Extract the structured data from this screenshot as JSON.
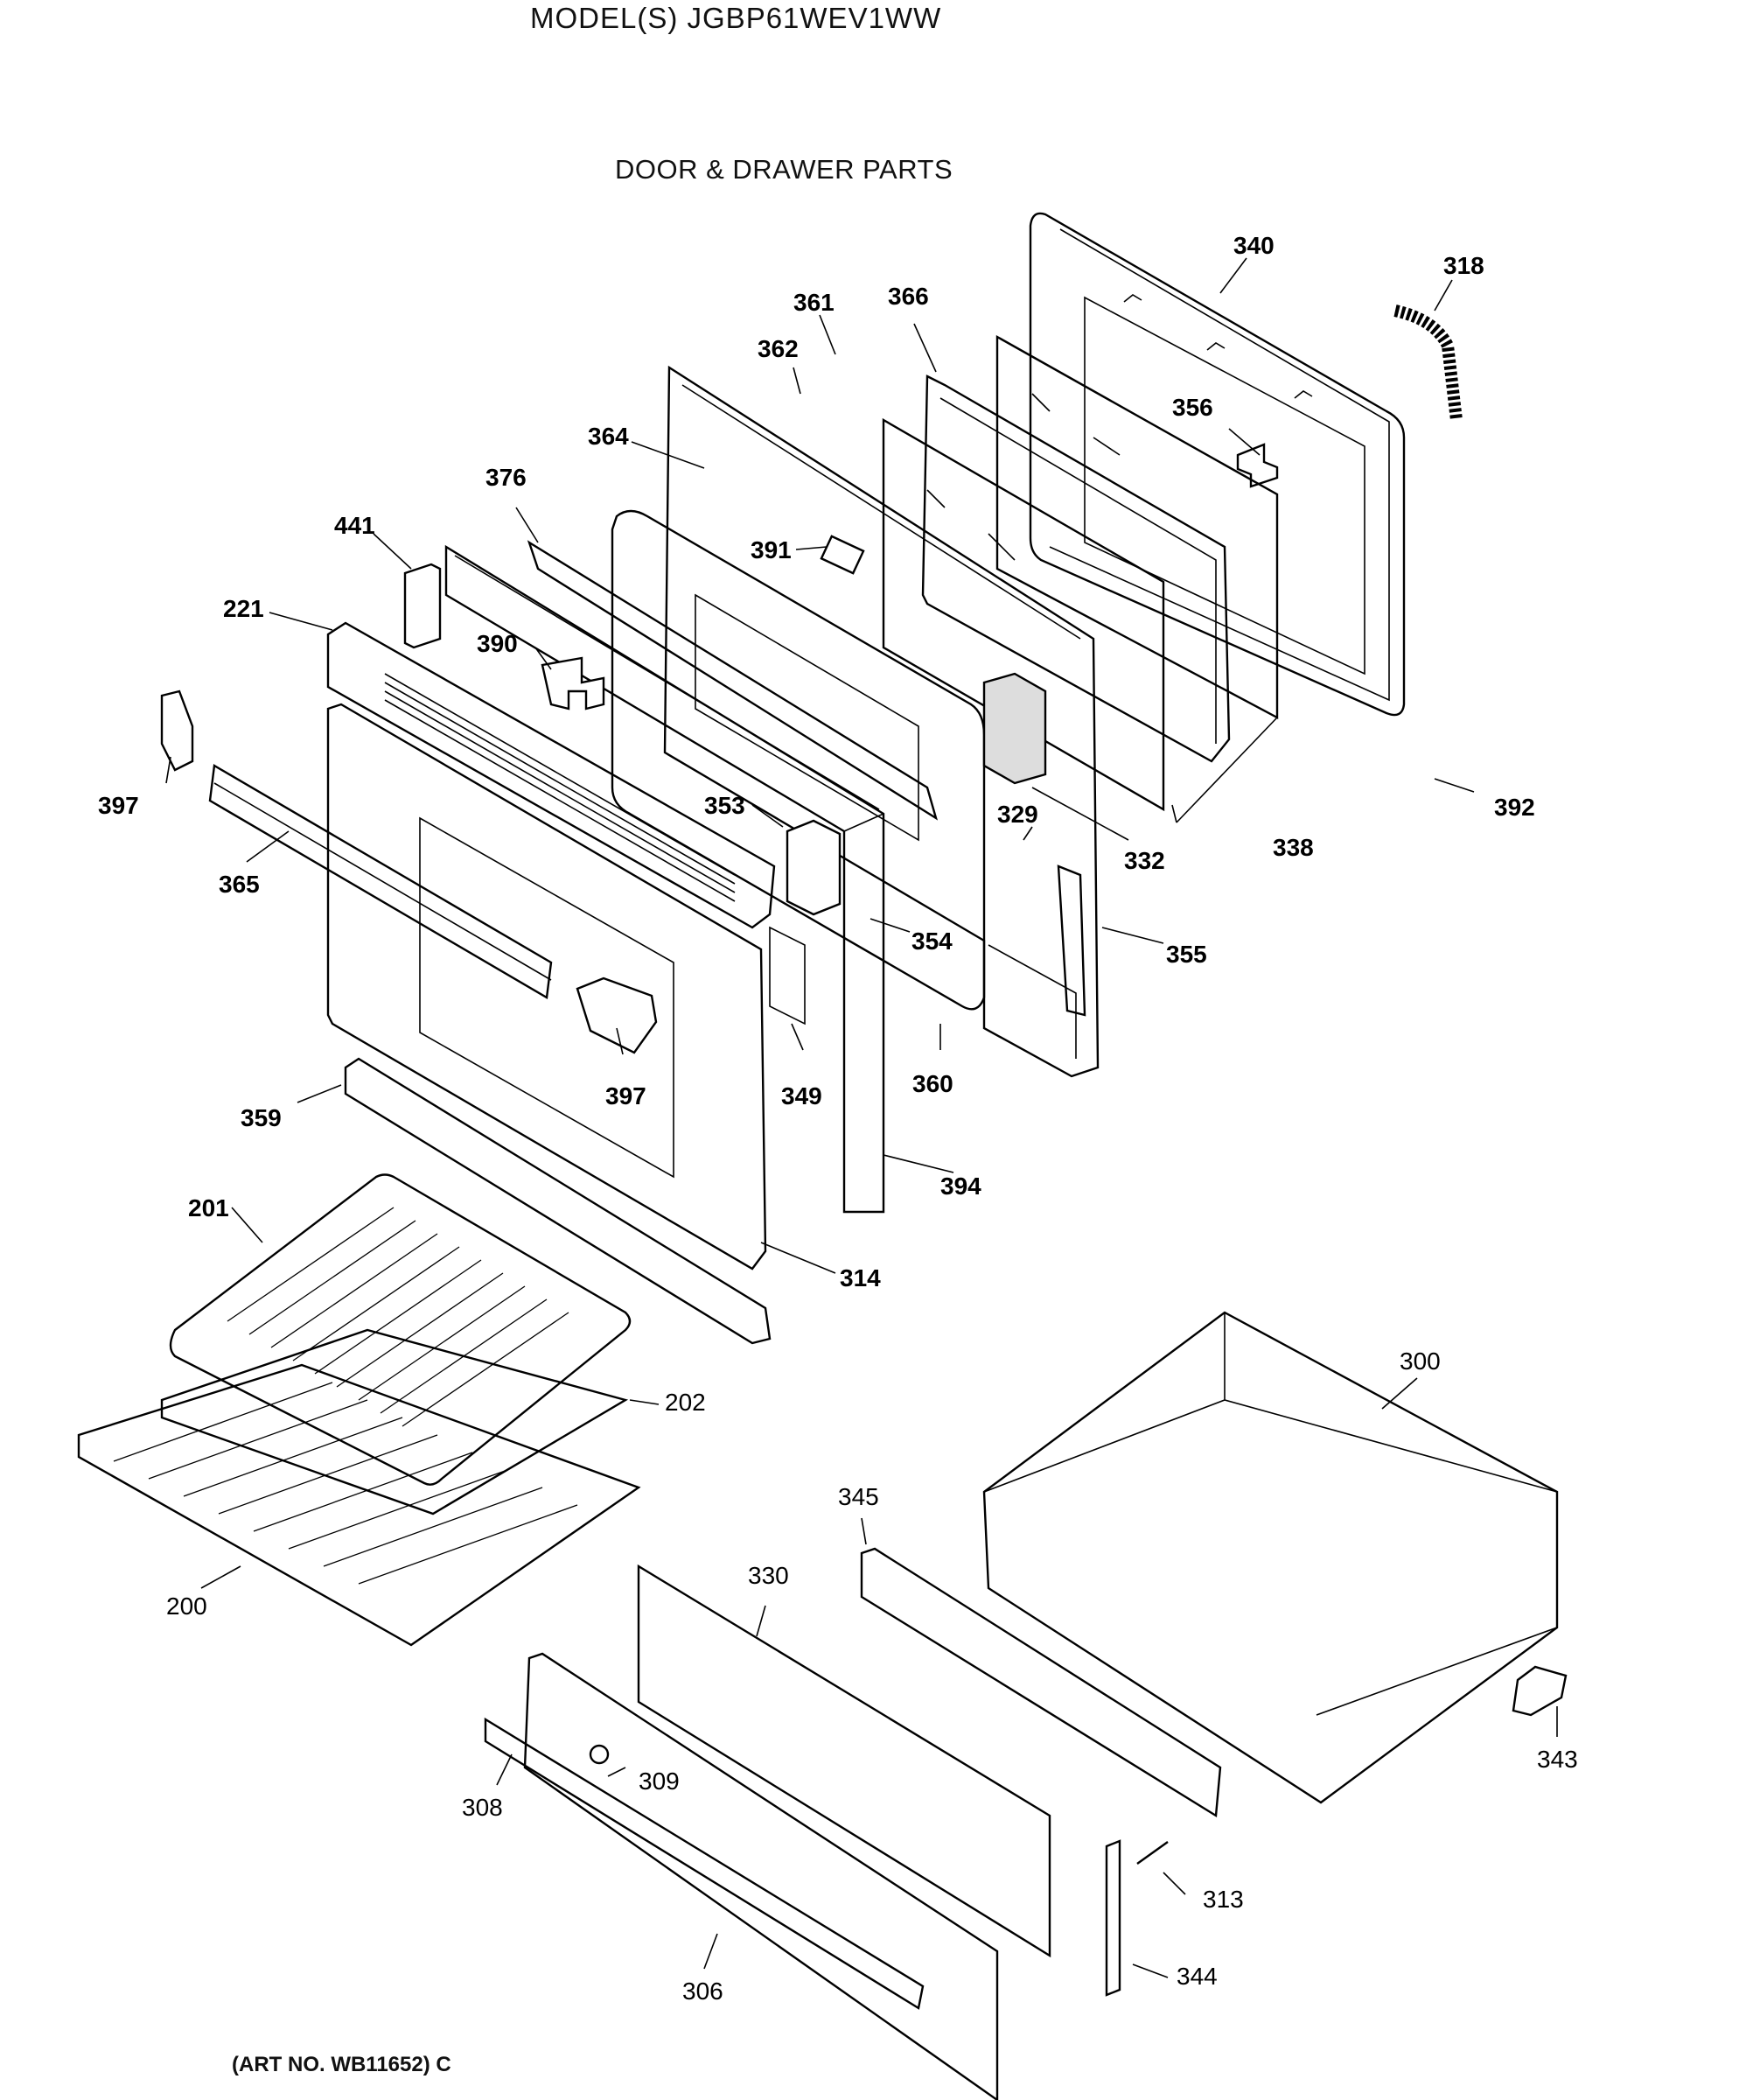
{
  "header": {
    "model": "MODEL(S) JGBP61WEV1WW",
    "section": "DOOR & DRAWER PARTS"
  },
  "footer": {
    "art_no": "(ART NO. WB11652) C"
  },
  "callouts": {
    "p340": "340",
    "p318": "318",
    "p361": "361",
    "p366": "366",
    "p362": "362",
    "p356": "356",
    "p364": "364",
    "p376": "376",
    "p441": "441",
    "p391": "391",
    "p221": "221",
    "p390": "390",
    "p397a": "397",
    "p353": "353",
    "p329": "329",
    "p332": "332",
    "p338": "338",
    "p392": "392",
    "p365": "365",
    "p354": "354",
    "p355": "355",
    "p397b": "397",
    "p349": "349",
    "p360": "360",
    "p359": "359",
    "p394": "394",
    "p201": "201",
    "p314": "314",
    "p300": "300",
    "p202": "202",
    "p345": "345",
    "p330": "330",
    "p200": "200",
    "p343": "343",
    "p308": "308",
    "p309": "309",
    "p313": "313",
    "p306": "306",
    "p344": "344"
  }
}
